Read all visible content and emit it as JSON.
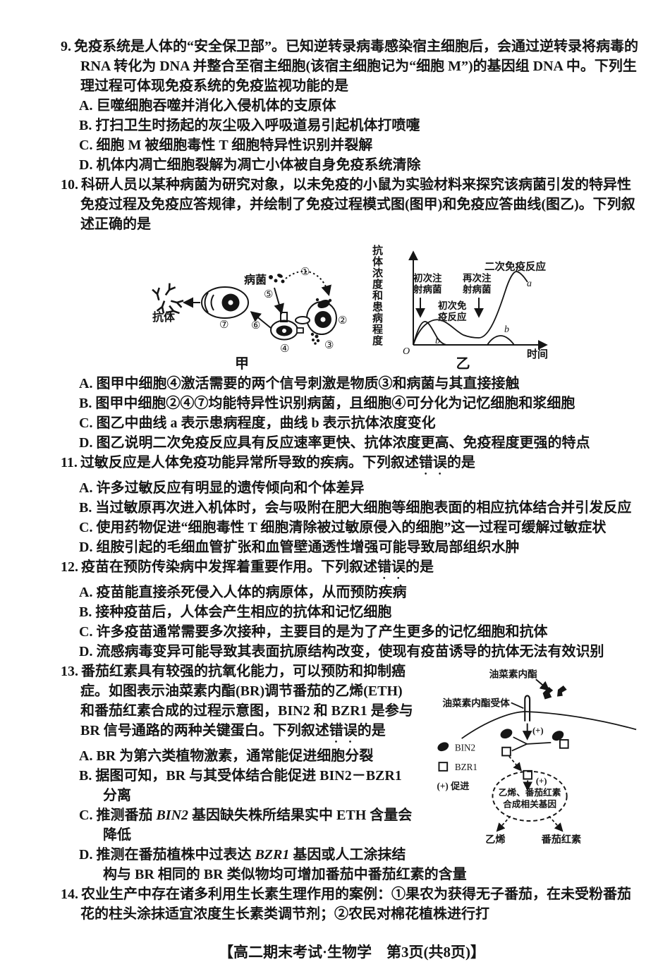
{
  "q9": {
    "num": "9.",
    "stem": "免疫系统是人体的“安全保卫部”。已知逆转录病毒感染宿主细胞后，会通过逆转录将病毒的 RNA 转化为 DNA 并整合至宿主细胞(该宿主细胞记为“细胞 M”)的基因组 DNA 中。下列生理过程可体现免疫系统的免疫监视功能的是",
    "options": [
      "A. 巨噬细胞吞噬并消化入侵机体的支原体",
      "B. 打扫卫生时扬起的灰尘吸入呼吸道易引起机体打喷嚏",
      "C. 细胞 M 被细胞毒性 T 细胞特异性识别并裂解",
      "D. 机体内凋亡细胞裂解为凋亡小体被自身免疫系统清除"
    ]
  },
  "q10": {
    "num": "10.",
    "stem": "科研人员以某种病菌为研究对象，以未免疫的小鼠为实验材料来探究该病菌引发的特异性免疫过程及免疫应答规律，并绘制了免疫过程模式图(图甲)和免疫应答曲线(图乙)。下列叙述正确的是",
    "options": [
      "A. 图甲中细胞④激活需要的两个信号刺激是物质③和病菌与其直接接触",
      "B. 图甲中细胞②④⑦均能特异性识别病菌，且细胞④可分化为记忆细胞和浆细胞",
      "C. 图乙中曲线 a 表示患病程度，曲线 b 表示抗体浓度变化",
      "D. 图乙说明二次免疫反应具有反应速率更快、抗体浓度更高、免疫程度更强的特点"
    ]
  },
  "q11": {
    "num": "11.",
    "stem_pre": "过敏反应是人体免疫功能异常所导致的疾病。下列叙述",
    "stem_emph": "错误",
    "stem_post": "的是",
    "options": [
      "A. 许多过敏反应有明显的遗传倾向和个体差异",
      "B. 当过敏原再次进入机体时，会与吸附在肥大细胞等细胞表面的相应抗体结合并引发反应",
      "C. 使用药物促进“细胞毒性 T 细胞清除被过敏原侵入的细胞”这一过程可缓解过敏症状",
      "D. 组胺引起的毛细血管扩张和血管壁通透性增强可能导致局部组织水肿"
    ]
  },
  "q12": {
    "num": "12.",
    "stem_pre": "疫苗在预防传染病中发挥着重要作用。下列叙述",
    "stem_emph": "错误",
    "stem_post": "的是",
    "options": [
      "A. 疫苗能直接杀死侵入人体的病原体，从而预防疾病",
      "B. 接种疫苗后，人体会产生相应的抗体和记忆细胞",
      "C. 许多疫苗通常需要多次接种，主要目的是为了产生更多的记忆细胞和抗体",
      "D. 流感病毒变异可能导致其表面抗原结构改变，使现有疫苗诱导的抗体无法有效识别"
    ]
  },
  "q13": {
    "num": "13.",
    "stem_pre": "番茄红素具有较强的抗氧化能力，可以预防和抑制癌症。如图表示油菜素内酯(BR)调节番茄的乙烯(ETH)和番茄红素合成的过程示意图，BIN2 和 BZR1 是参与 BR 信号通路的两种关键蛋白。下列叙述",
    "stem_emph": "错误",
    "stem_post": "的是",
    "optA": "A. BR 为第六类植物激素，通常能促进细胞分裂",
    "optB": "B. 据图可知，BR 与其受体结合能促进 BIN2－BZR1 分离",
    "optC": {
      "pre": "C. 推测番茄 ",
      "gene": "BIN2",
      "post": " 基因缺失株所结果实中 ETH 含量会降低"
    },
    "optD": {
      "pre": "D. 推测在番茄植株中过表达 ",
      "gene": "BZR1",
      "post": " 基因或人工涂抹结构与 BR 相同的 BR 类似物均可增加番茄中番茄红素的含量"
    }
  },
  "q14": {
    "num": "14.",
    "stem": "农业生产中存在诸多利用生长素生理作用的案例：①果农为获得无子番茄，在未受粉番茄花的柱头涂抹适宜浓度生长素类调节剂；②农民对棉花植株进行打"
  },
  "fig_jia": {
    "caption": "甲",
    "bingjun": "病菌",
    "kangti": "抗体",
    "n1": "①",
    "n2": "②",
    "n3": "③",
    "n4": "④",
    "n5": "⑤",
    "n6": "⑥",
    "n7": "⑦"
  },
  "fig_yi": {
    "caption": "乙",
    "y_axis": "抗体浓度和患病程度",
    "x_axis": "时间",
    "origin": "O",
    "inj1a": "初次注",
    "inj1b": "射病菌",
    "pri1": "初次免",
    "pri2": "疫反应",
    "inj2a": "再次注",
    "inj2b": "射病菌",
    "secondary": "二次免疫反应",
    "a": "a",
    "b": "b"
  },
  "fig_br": {
    "brassinolide": "油菜素内酯",
    "receptor": "油菜素内酯受体",
    "plus": "(+)",
    "legend_bin2": "BIN2",
    "legend_bzr1": "BZR1",
    "legend_plus": "(+) 促进",
    "genes1": "乙烯、番茄红素",
    "genes2": "合成相关基因",
    "eth": "乙烯",
    "lycopene": "番茄红素"
  },
  "footer": {
    "text": "【高二期末考试·生物学　第3页(共8页)】"
  }
}
